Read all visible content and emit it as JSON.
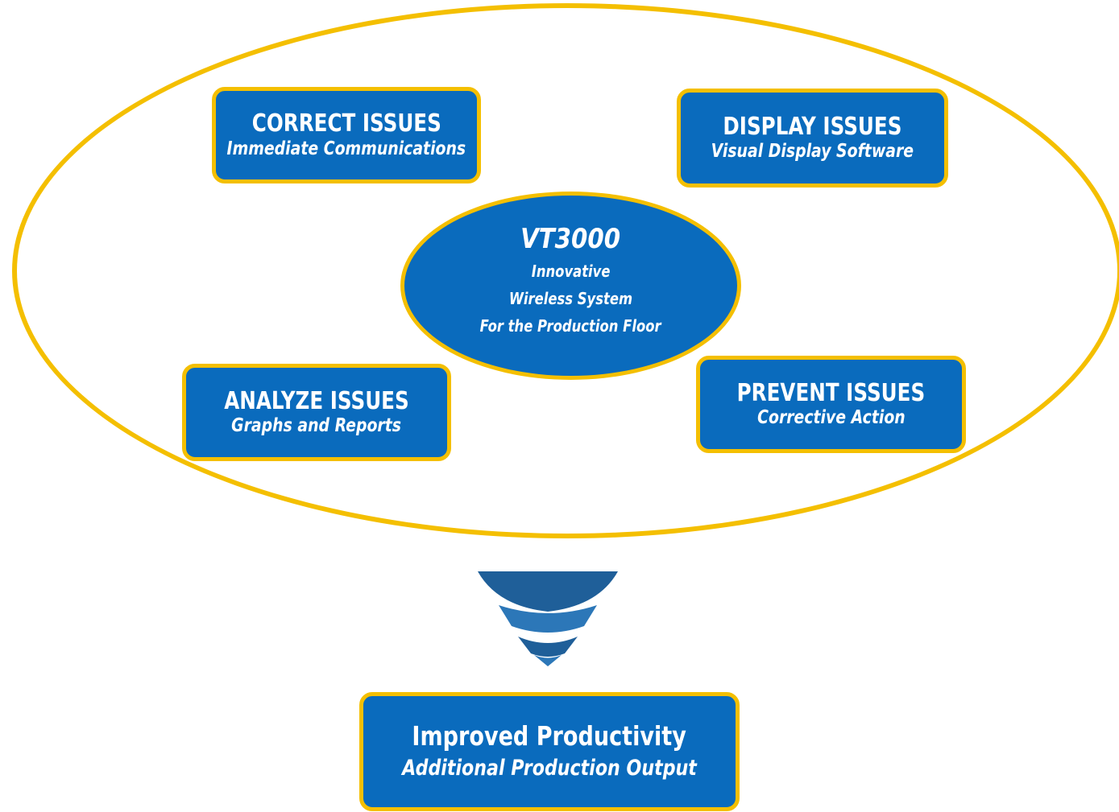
{
  "colors": {
    "box_fill": "#0a6bbd",
    "box_border": "#f4bf00",
    "outer_ring": "#f4bf00",
    "text": "#ffffff",
    "arrow_dark": "#1f5f99",
    "arrow_light": "#2c77b8"
  },
  "center": {
    "title": "VT3000",
    "line1": "Innovative",
    "line2": "Wireless System",
    "line3": "For the Production Floor"
  },
  "boxes": {
    "correct": {
      "title": "CORRECT ISSUES",
      "subtitle": "Immediate Communications"
    },
    "display": {
      "title": "DISPLAY ISSUES",
      "subtitle": "Visual Display Software"
    },
    "analyze": {
      "title": "ANALYZE ISSUES",
      "subtitle": "Graphs and Reports"
    },
    "prevent": {
      "title": "PREVENT ISSUES",
      "subtitle": "Corrective Action"
    }
  },
  "result": {
    "title": "Improved Productivity",
    "subtitle": "Additional Production Output"
  },
  "arrow_icon": "stacked-chevron-down-icon"
}
